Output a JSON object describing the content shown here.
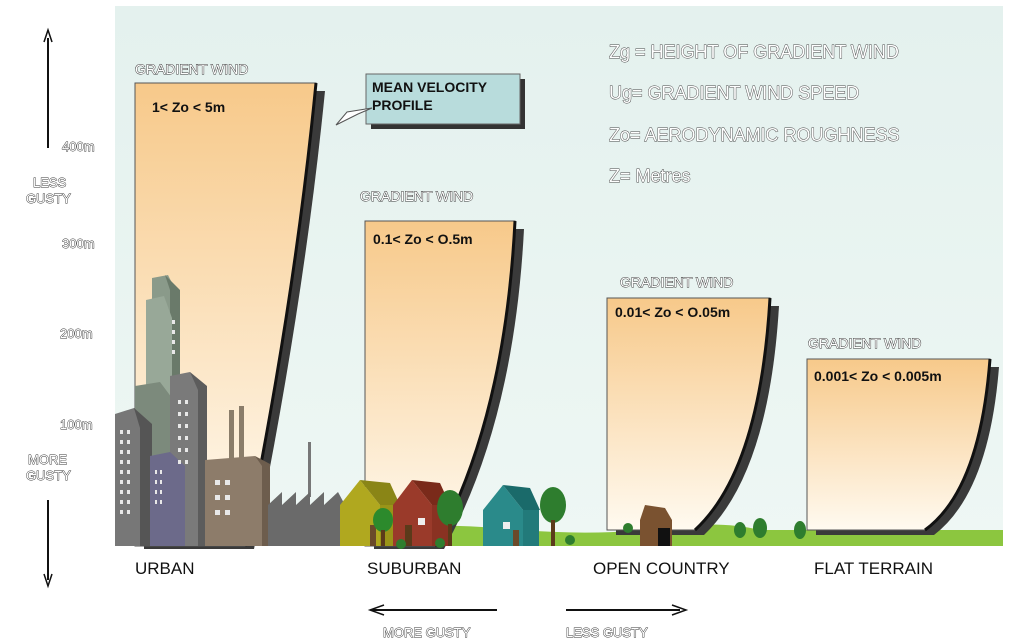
{
  "legend": {
    "line1": "Zg = HEIGHT OF GRADIENT WIND",
    "line2": "Ug= GRADIENT WIND SPEED",
    "line3": "Zo= AERODYNAMIC ROUGHNESS",
    "line4": "Z= Metres"
  },
  "callout": {
    "line1": "MEAN VELOCITY",
    "line2": "PROFILE"
  },
  "axis": {
    "ticks": [
      "400m",
      "300m",
      "200m",
      "100m"
    ],
    "less_gusty": [
      "LESS",
      "GUSTY"
    ],
    "more_gusty": [
      "MORE",
      "GUSTY"
    ]
  },
  "profiles": [
    {
      "gradient_label": "GRADIENT WIND",
      "zo_label": "1< Zo < 5m",
      "terrain": "URBAN"
    },
    {
      "gradient_label": "GRADIENT WIND",
      "zo_label": "0.1< Zo < O.5m",
      "terrain": "SUBURBAN"
    },
    {
      "gradient_label": "GRADIENT WIND",
      "zo_label": "0.01< Zo < O.05m",
      "terrain": "OPEN COUNTRY"
    },
    {
      "gradient_label": "GRADIENT WIND",
      "zo_label": "0.001< Zo < 0.005m",
      "terrain": "FLAT TERRAIN"
    }
  ],
  "bottom_arrows": {
    "left": "MORE GUSTY",
    "right": "LESS GUSTY"
  },
  "colors": {
    "sky": "#e6f2ef",
    "ground": "#8cc63f",
    "profile_top": "#f7c98a",
    "profile_bottom": "#fffaf0",
    "callout": "#b8dcdc"
  }
}
